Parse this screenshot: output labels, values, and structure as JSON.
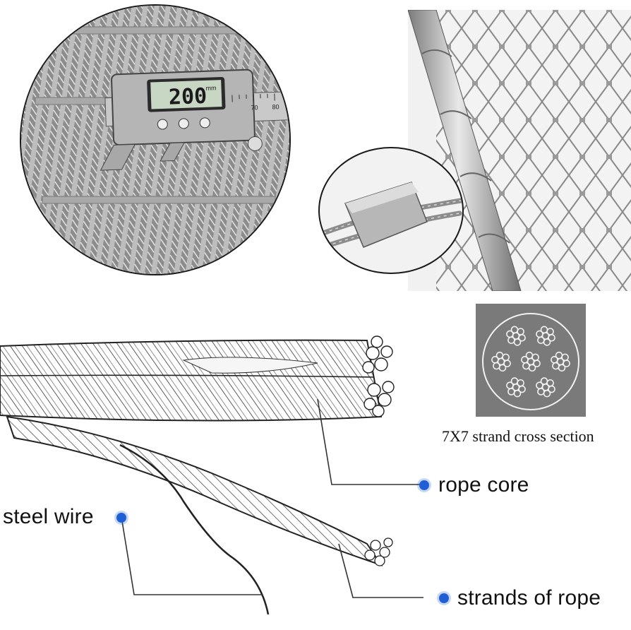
{
  "caliper": {
    "reading": "200",
    "unit": "mm",
    "scale_marks": [
      "70",
      "80"
    ]
  },
  "cross_section": {
    "caption": "7X7 strand cross section",
    "background": "#7a7a7a"
  },
  "labels": {
    "rope_core": "rope core",
    "steel_wire": "steel wire",
    "strands_of_rope": "strands of rope"
  },
  "colors": {
    "accent_dot": "#1f5fd6",
    "line": "#333333"
  }
}
